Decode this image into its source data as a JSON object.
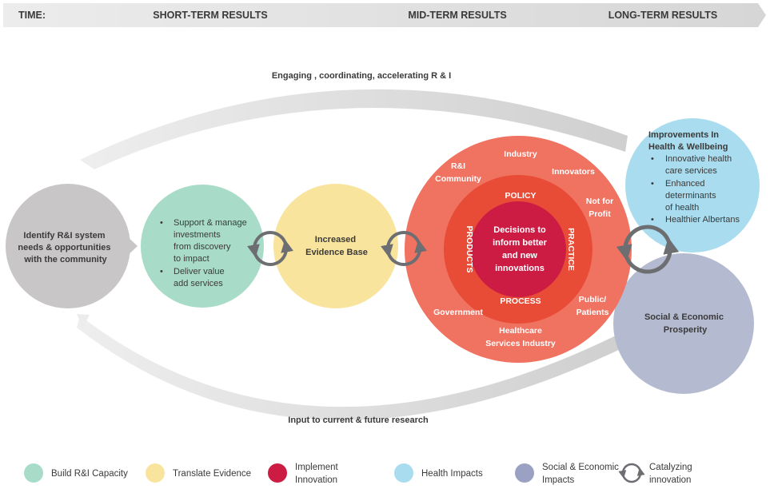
{
  "timeline": {
    "label": "TIME:",
    "stages": [
      "SHORT-TERM RESULTS",
      "MID-TERM RESULTS",
      "LONG-TERM RESULTS"
    ]
  },
  "arcs": {
    "top": "Engaging , coordinating, accelerating R & I",
    "bottom": "Input to current & future research"
  },
  "nodes": {
    "identify": {
      "lines": [
        "Identify R&I system",
        "needs & opportunities",
        "with the community"
      ],
      "color": "#c9c6c8"
    },
    "capacity": {
      "bullets": [
        [
          "Support & manage",
          "investments",
          "from discovery",
          "to impact"
        ],
        [
          "Deliver value",
          "add services"
        ]
      ],
      "color": "#a8dcc9"
    },
    "evidence": {
      "lines": [
        "Increased",
        "Evidence Base"
      ],
      "color": "#f9e49e"
    },
    "innovation": {
      "outer_color": "#f07261",
      "ring_color": "#e84c36",
      "core_color": "#cc1c44",
      "stakeholders": {
        "industry": "Industry",
        "ri_community": [
          "R&I",
          "Community"
        ],
        "innovators": "Innovators",
        "not_for_profit": [
          "Not for",
          "Profit"
        ],
        "public_patients": [
          "Public/",
          "Patients"
        ],
        "government": "Government",
        "healthcare": [
          "Healthcare",
          "Services Industry"
        ]
      },
      "ring": {
        "top": "POLICY",
        "bottom": "PROCESS",
        "left": "PRODUCTS",
        "right": "PRACTICE"
      },
      "core": [
        "Decisions to",
        "inform better",
        "and new",
        "innovations"
      ]
    },
    "health": {
      "title": [
        "Improvements In",
        "Health & Wellbeing"
      ],
      "bullets": [
        [
          "Innovative health",
          "care services"
        ],
        [
          "Enhanced",
          "determinants",
          "of health"
        ],
        [
          "Healthier Albertans"
        ]
      ],
      "color": "#a8dcee"
    },
    "prosperity": {
      "lines": [
        "Social & Economic",
        "Prosperity"
      ],
      "color": "#b4bad0"
    }
  },
  "legend": [
    {
      "label": [
        "Build R&I Capacity"
      ],
      "color": "#a8dcc9",
      "icon": "circle"
    },
    {
      "label": [
        "Translate Evidence"
      ],
      "color": "#f9e49e",
      "icon": "circle"
    },
    {
      "label": [
        "Implement",
        "Innovation"
      ],
      "color": "#cc1c44",
      "icon": "circle"
    },
    {
      "label": [
        "Health Impacts"
      ],
      "color": "#a8dcee",
      "icon": "circle"
    },
    {
      "label": [
        "Social & Economic",
        "Impacts"
      ],
      "color": "#9aa1c2",
      "icon": "circle"
    },
    {
      "label": [
        "Catalyzing",
        "innovation"
      ],
      "color": "#6d6e71",
      "icon": "cycle-arrows"
    }
  ]
}
